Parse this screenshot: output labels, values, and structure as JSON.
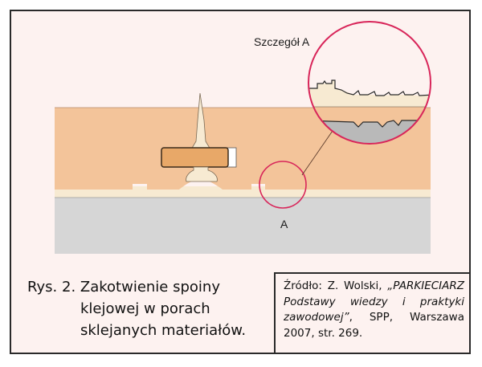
{
  "detail": {
    "title": "Szczegół A",
    "marker": "A"
  },
  "caption": {
    "line1": "Rys. 2. Zakotwienie spoiny",
    "line2": "klejowej w porach",
    "line3": "sklejanych materiałów."
  },
  "source": {
    "prefix": "Źródło: Z. Wolski, ",
    "title": "„PARKIECIARZ Podstawy wiedzy i praktyki zawodowej”",
    "rest": ", SPP, Warszawa 2007, str. 269."
  },
  "colors": {
    "wood": "#f3c49a",
    "glue": "#f7ead2",
    "substrate": "#d6d6d6",
    "ring": "#d8265a",
    "block": "#e8a868",
    "background": "#fdf2f0"
  }
}
